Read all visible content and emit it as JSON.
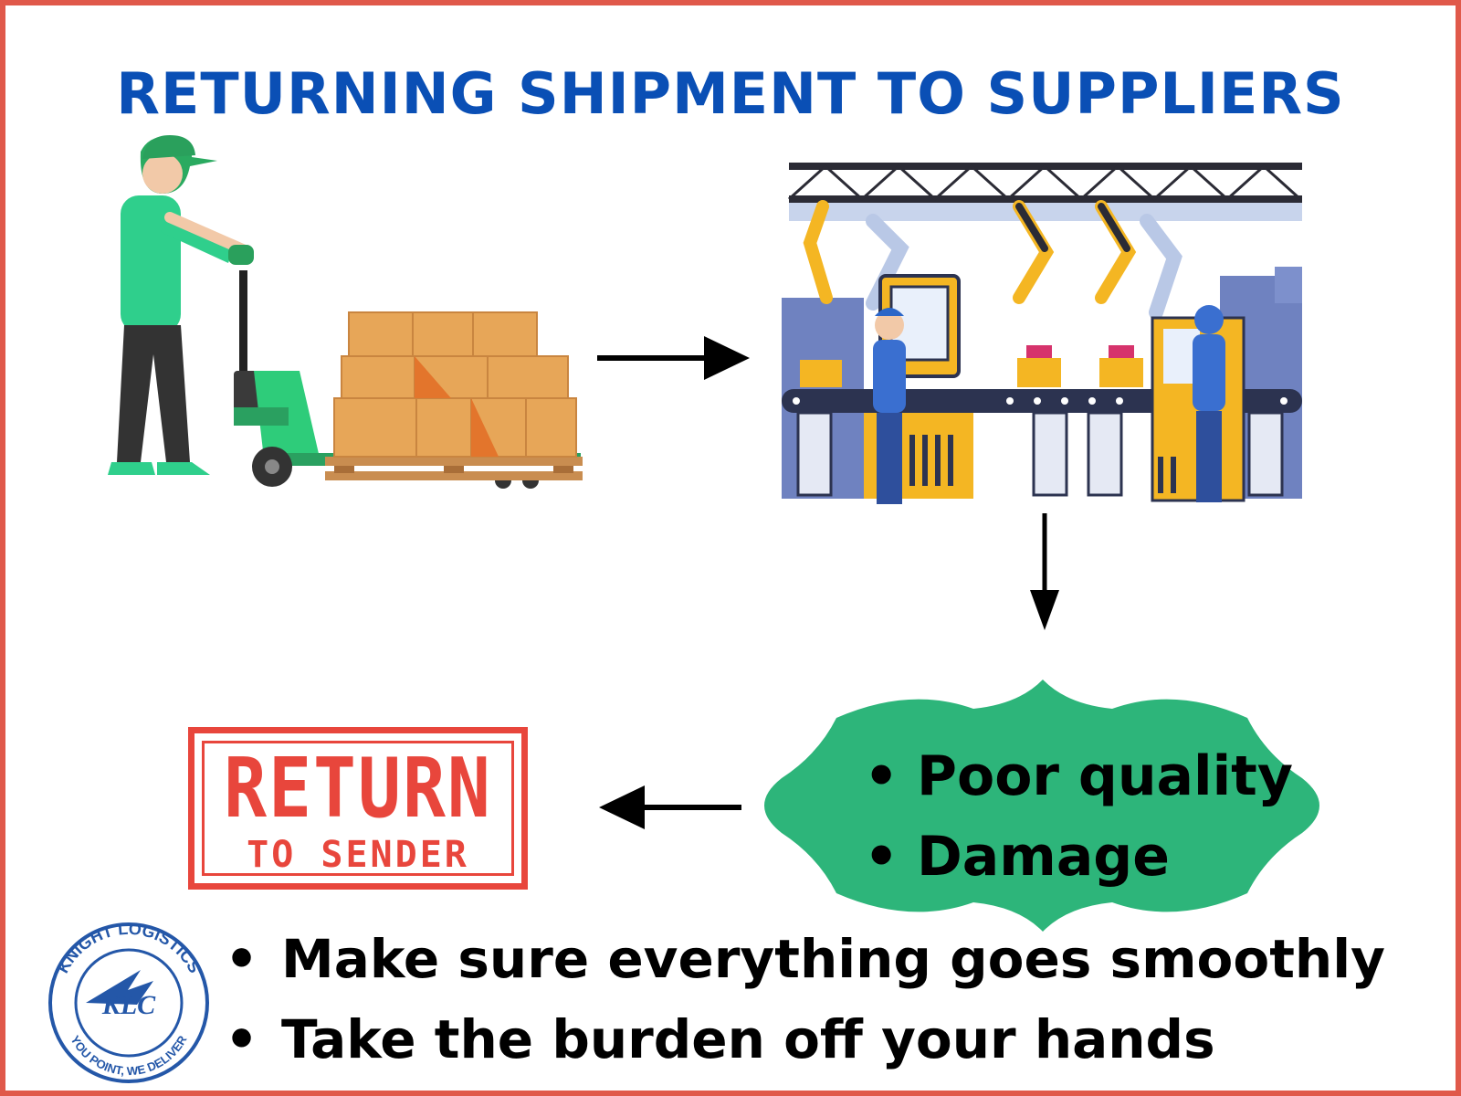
{
  "title": "RETURNING SHIPMENT TO SUPPLIERS",
  "bubble_items": [
    "Poor quality",
    "Damage"
  ],
  "stamp": {
    "main": "RETURN",
    "sub": "TO SENDER"
  },
  "bottom_items": [
    "Make sure everything goes smoothly",
    "Take the burden off your hands"
  ],
  "logo": {
    "top_text": "KNIGHT LOGISTICS",
    "initials": "KLC",
    "bottom_text": "YOU POINT, WE DELIVER"
  },
  "colors": {
    "title": "#0a4fb5",
    "border": "#e0594a",
    "bubble": "#2db57a",
    "stamp": "#e8463c",
    "logo": "#2457a8"
  },
  "icons": [
    "worker-pallet-jack-icon",
    "factory-robot-line-icon",
    "arrow-right-icon",
    "arrow-down-icon",
    "arrow-left-icon",
    "return-stamp-icon",
    "company-logo-icon"
  ]
}
